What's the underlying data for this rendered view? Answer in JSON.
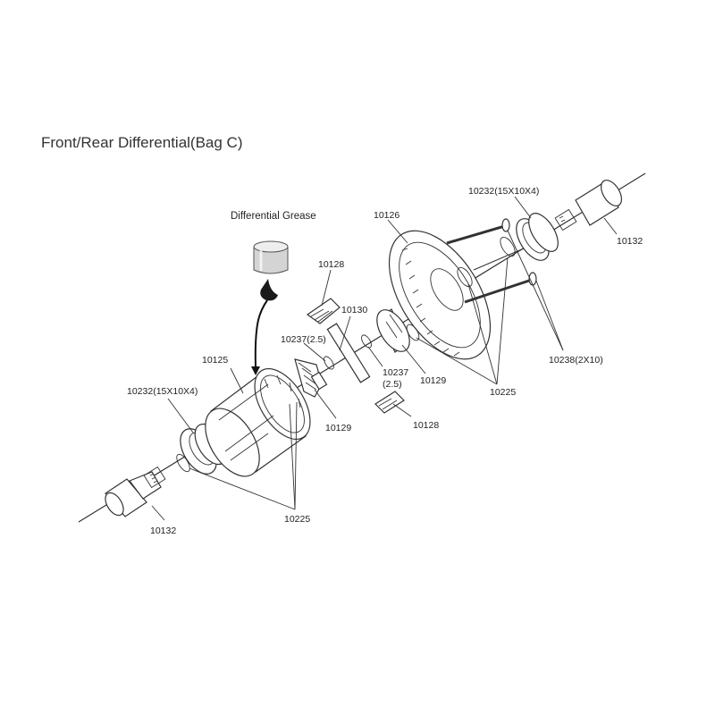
{
  "title": "Front/Rear Differential(Bag C)",
  "grease_label": "Differential Grease",
  "colors": {
    "line": "#333333",
    "grease_drop": "#1a1a1a",
    "jar": "#cfcfcf"
  },
  "part_labels": {
    "p10125": "10125",
    "p10232_left": "10232(15X10X4)",
    "p10132_left": "10132",
    "p10225_bottom": "10225",
    "p10128_top": "10128",
    "p10130": "10130",
    "p10237_left": "10237(2.5)",
    "p10129_left": "10129",
    "p10237_right_a": "10237",
    "p10237_right_b": "(2.5)",
    "p10128_bottom": "10128",
    "p10129_right": "10129",
    "p10126": "10126",
    "p10225_right": "10225",
    "p10232_right": "10232(15X10X4)",
    "p10132_right": "10132",
    "p10238": "10238(2X10)"
  }
}
